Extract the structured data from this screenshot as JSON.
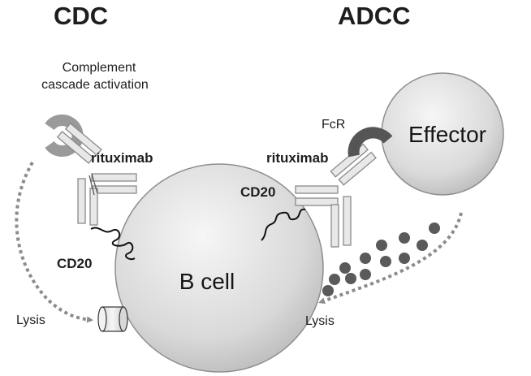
{
  "headings": {
    "left": "CDC",
    "right": "ADCC"
  },
  "complement_label": [
    "Complement",
    "cascade activation"
  ],
  "antibody_label_left": "rituximab",
  "antibody_label_right": "rituximab",
  "cd20_label_left": "CD20",
  "cd20_label_right": "CD20",
  "fcr_label": "FcR",
  "b_cell_label": "B cell",
  "effector_label": "Effector",
  "lysis_label_left": "Lysis",
  "lysis_label_right": "Lysis",
  "colors": {
    "cell_fill_light": "#f4f4f4",
    "cell_fill_dark": "#b4b4b4",
    "cell_stroke": "#8e8e8e",
    "antibody_fill": "#e8e8e8",
    "antibody_stroke": "#8a8a8a",
    "complement": "#9a9a9a",
    "fc_receptor": "#555555",
    "granule": "#5a5a5a",
    "dotted_arrow": "#8c8c8c"
  }
}
